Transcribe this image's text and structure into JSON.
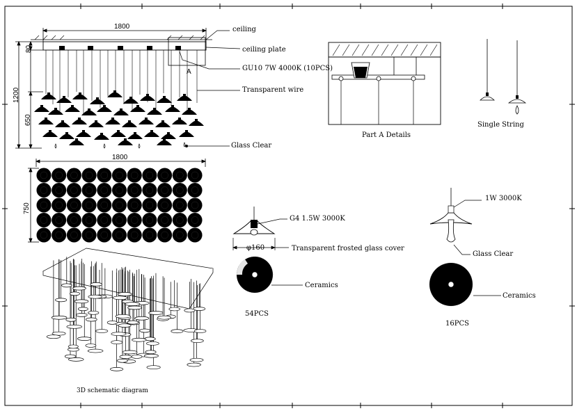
{
  "front_view": {
    "width": "1800",
    "plate_height": "80",
    "total_height": "1200",
    "cluster_height": "650",
    "ceiling": "ceiling",
    "ceiling_plate": "ceiling plate",
    "lamp_spec": "GU10  7W 4000K  (10PCS)",
    "wire": "Transparent wire",
    "glass": "Glass  Clear",
    "detail_marker": "A"
  },
  "top_view": {
    "width": "1800",
    "depth": "750"
  },
  "part_a": {
    "caption": "Part A Details"
  },
  "single_string": {
    "caption": "Single String"
  },
  "pendant_54": {
    "bulb_spec": "G4  1.5W   3000K",
    "diameter": "φ160",
    "cover": "Transparent frosted glass cover",
    "material": "Ceramics",
    "count": "54PCS"
  },
  "pendant_16": {
    "bulb_spec": "1W   3000K",
    "glass": "Glass  Clear",
    "material": "Ceramics",
    "count": "16PCS"
  },
  "schematic": {
    "caption": "3D schematic diagram"
  }
}
